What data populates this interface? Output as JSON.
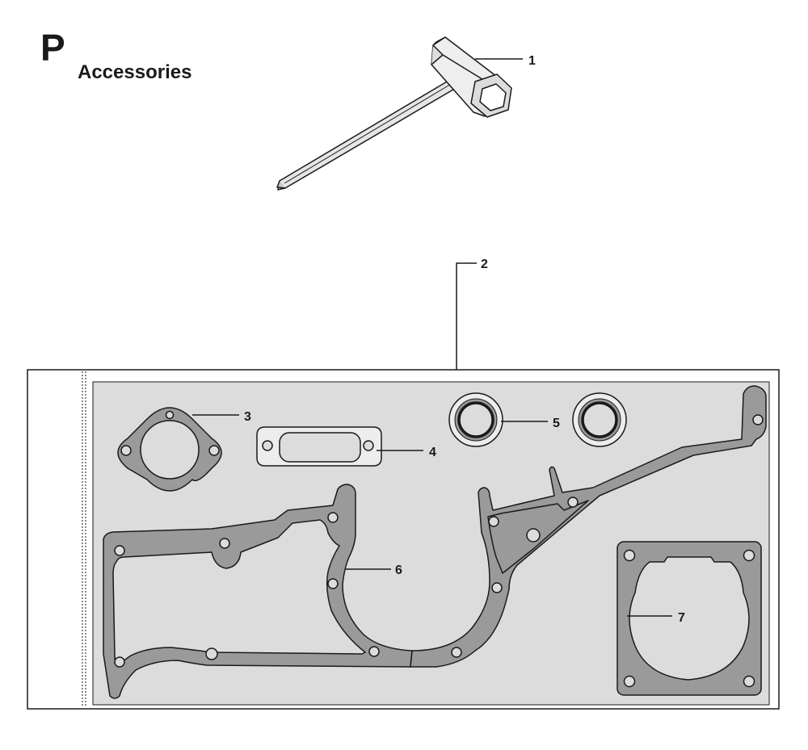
{
  "header": {
    "section_letter": "P",
    "section_title": "Accessories"
  },
  "callouts": [
    {
      "id": "1",
      "label": "1",
      "part": "combination-wrench"
    },
    {
      "id": "2",
      "label": "2",
      "part": "gasket-kit"
    },
    {
      "id": "3",
      "label": "3",
      "part": "carburetor-gasket"
    },
    {
      "id": "4",
      "label": "4",
      "part": "muffler-gasket"
    },
    {
      "id": "5",
      "label": "5",
      "part": "oil-seals"
    },
    {
      "id": "6",
      "label": "6",
      "part": "crankcase-gasket"
    },
    {
      "id": "7",
      "label": "7",
      "part": "cylinder-gasket"
    }
  ],
  "colors": {
    "line": "#1a1a1a",
    "gasket_fill": "#9a9a9a",
    "panel_fill": "#dcdcdc",
    "part_fill": "#ededed"
  }
}
